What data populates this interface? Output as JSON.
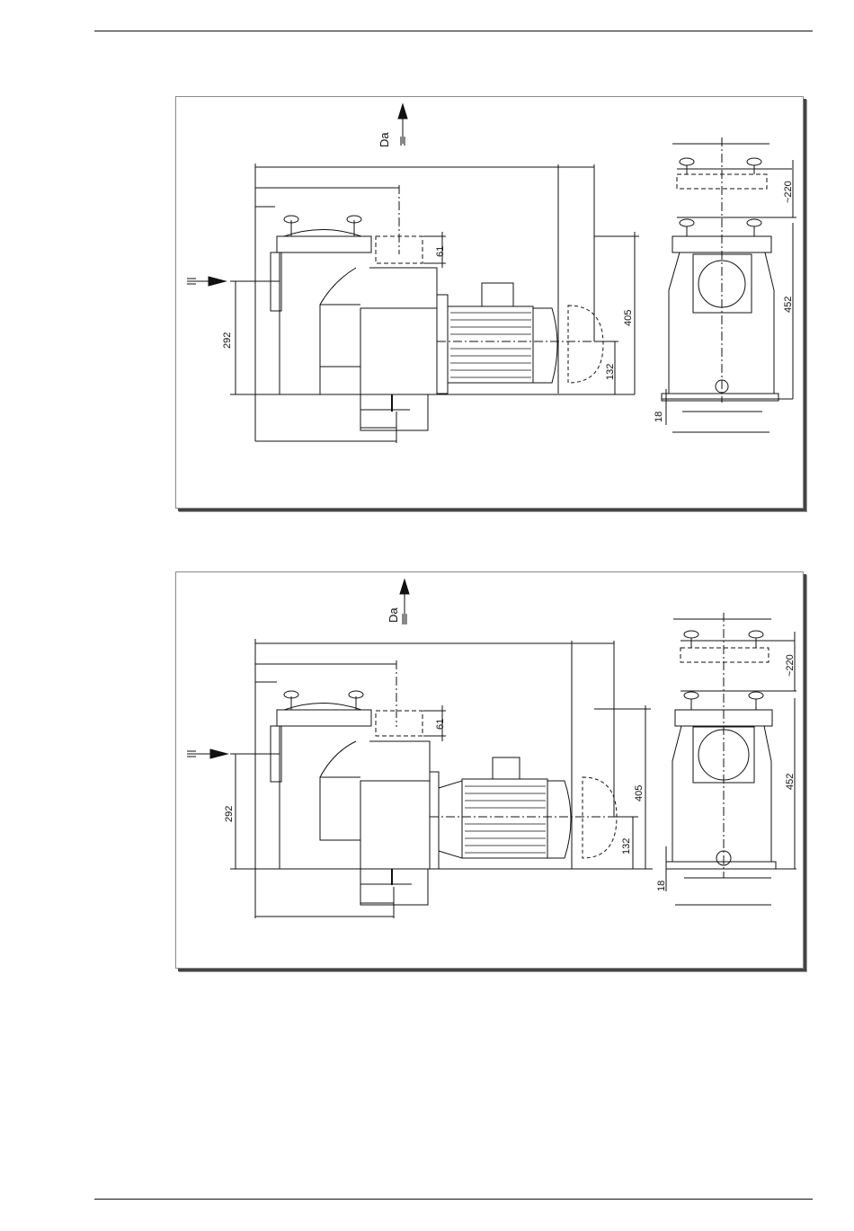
{
  "drawings": [
    {
      "id": "top",
      "da_label": "Da",
      "dims": {
        "inlet_height": "292",
        "outlet_offset": "61",
        "overall_height": "405",
        "shaft_height": "132",
        "lid_clearance": "~220",
        "side_height": "452",
        "foot_height": "18"
      }
    },
    {
      "id": "bottom",
      "da_label": "Da",
      "dims": {
        "inlet_height": "292",
        "outlet_offset": "61",
        "overall_height": "405",
        "shaft_height": "132",
        "lid_clearance": "~220",
        "side_height": "452",
        "foot_height": "18"
      }
    }
  ],
  "colors": {
    "line": "#111111",
    "frame_shadow": "#444444"
  }
}
